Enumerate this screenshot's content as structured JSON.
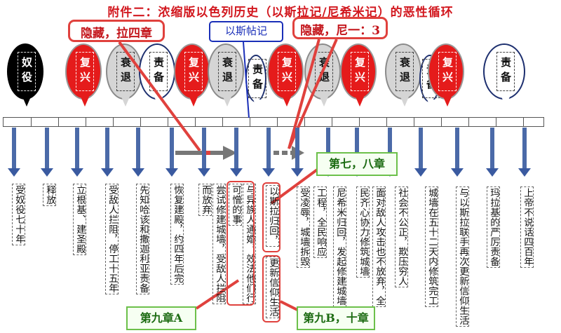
{
  "title": "附件二：浓缩版以色列历史（以斯拉记/尼希米记）的恶性循环",
  "callouts": {
    "hidden_ch4": "隐藏，拉四章",
    "ezra_book": "以斯帖记",
    "hidden_neh13": "隐藏，尼一：3"
  },
  "references": {
    "ch7_8": "第七，八章",
    "ch9a": "第九章A",
    "ch9b_10": "第九B，十章"
  },
  "bubbles": [
    {
      "label": "奴役",
      "kind": "slave"
    },
    {
      "label": "复兴",
      "kind": "revive"
    },
    {
      "label": "衰退",
      "kind": "decline"
    },
    {
      "label": "责备",
      "kind": "rebuke"
    },
    {
      "label": "复兴",
      "kind": "revive"
    },
    {
      "label": "衰退",
      "kind": "decline"
    },
    {
      "label": "责备",
      "kind": "rebuke"
    },
    {
      "label": "复兴",
      "kind": "revive"
    },
    {
      "label": "衰退",
      "kind": "decline"
    },
    {
      "label": "复兴",
      "kind": "revive"
    },
    {
      "label": "衰退",
      "kind": "decline"
    },
    {
      "label": "责备",
      "kind": "rebuke"
    },
    {
      "label": "复兴",
      "kind": "revive"
    },
    {
      "label": "责备",
      "kind": "rebuke"
    }
  ],
  "events": [
    "受奴役七十年",
    "释放",
    "立根基、建圣殿",
    "受敌人拦阻，停工十五年",
    "先知哈该和撒迦利亚责备",
    "恢复建殿，约四年后完",
    "而放弃",
    "尝试修建城墙，受敌人拦阻",
    "可憎的事",
    "与异族人通婚，效法他们行",
    "以斯拉归回，",
    "更新信仰生活",
    "受凌辱，城墙拆毁",
    "工程，全民响应",
    "尼希米归回，发起修建城墙",
    "民齐心协力修筑城墙",
    "面对敌人攻击也不放弃，全",
    "社会不公正，欺压穷人",
    "城墙在五十二天内修筑完工",
    "与以斯拉联手再次更新信仰生活",
    "玛拉基的严厉责备",
    "上帝不说话四百年"
  ],
  "colors": {
    "title": "#d2171e",
    "callout_border": "#e0413d",
    "reference_border": "#6cc04a",
    "arrow": "#3a5aa0",
    "revive": "#e51b1b",
    "decline": "#d5d5d5",
    "slave": "#000000"
  }
}
